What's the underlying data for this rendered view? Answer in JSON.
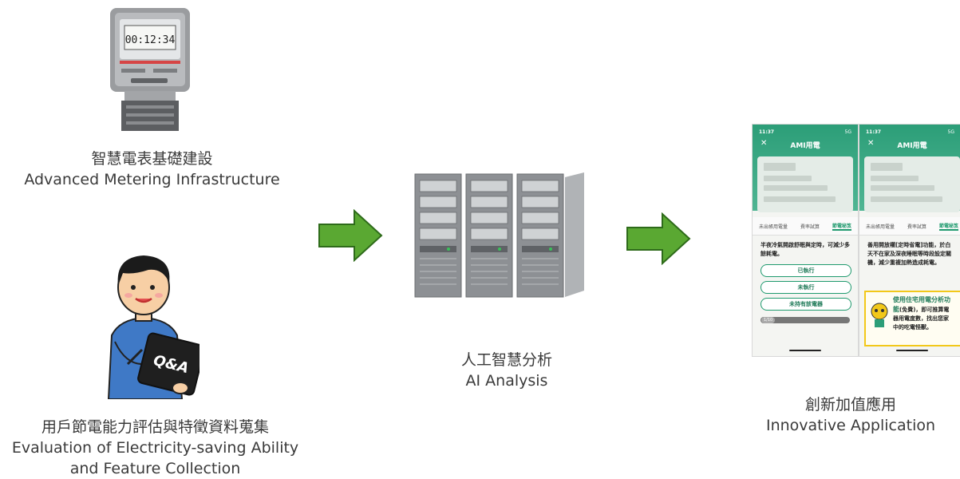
{
  "nodes": {
    "ami": {
      "title_zh": "智慧電表基礎建設",
      "title_en": "Advanced Metering Infrastructure",
      "meter_display": "00:12:34"
    },
    "survey": {
      "title_zh": "用戶節電能力評估與特徵資料蒐集",
      "title_en_1": "Evaluation of Electricity-saving Ability",
      "title_en_2": "and Feature Collection",
      "board_text": "Q&A"
    },
    "ai": {
      "title_zh": "人工智慧分析",
      "title_en": "AI Analysis"
    },
    "app": {
      "title_zh": "創新加值應用",
      "title_en": "Innovative Application",
      "phone1": {
        "time": "11:37",
        "signal": "5G",
        "title": "AMI用電",
        "tabs": [
          "未出帳用電量",
          "費率試算",
          "節電秘笈"
        ],
        "message": "半夜冷氣開啟舒眠與定時，可減少多餘耗電。",
        "buttons": [
          "已執行",
          "未執行",
          "未持有該電器"
        ],
        "progress": "1/10"
      },
      "phone2": {
        "time": "11:37",
        "signal": "5G",
        "title": "AMI用電",
        "tabs": [
          "未出帳用電量",
          "費率試算",
          "節電秘笈"
        ],
        "message": "善用開放權[定時省電]功能，於白天不在家及深夜睡眠等時段設定關機，減少重複加熱造成耗電。",
        "promo_title": "使用住宅用電分析功能",
        "promo_body": "(免費)，即可推算電器用電度數，找出您家中的吃電怪獸。"
      }
    }
  },
  "colors": {
    "arrow_fill": "#5aa832",
    "arrow_stroke": "#2e6b1a",
    "app_green": "#2c9e78"
  }
}
